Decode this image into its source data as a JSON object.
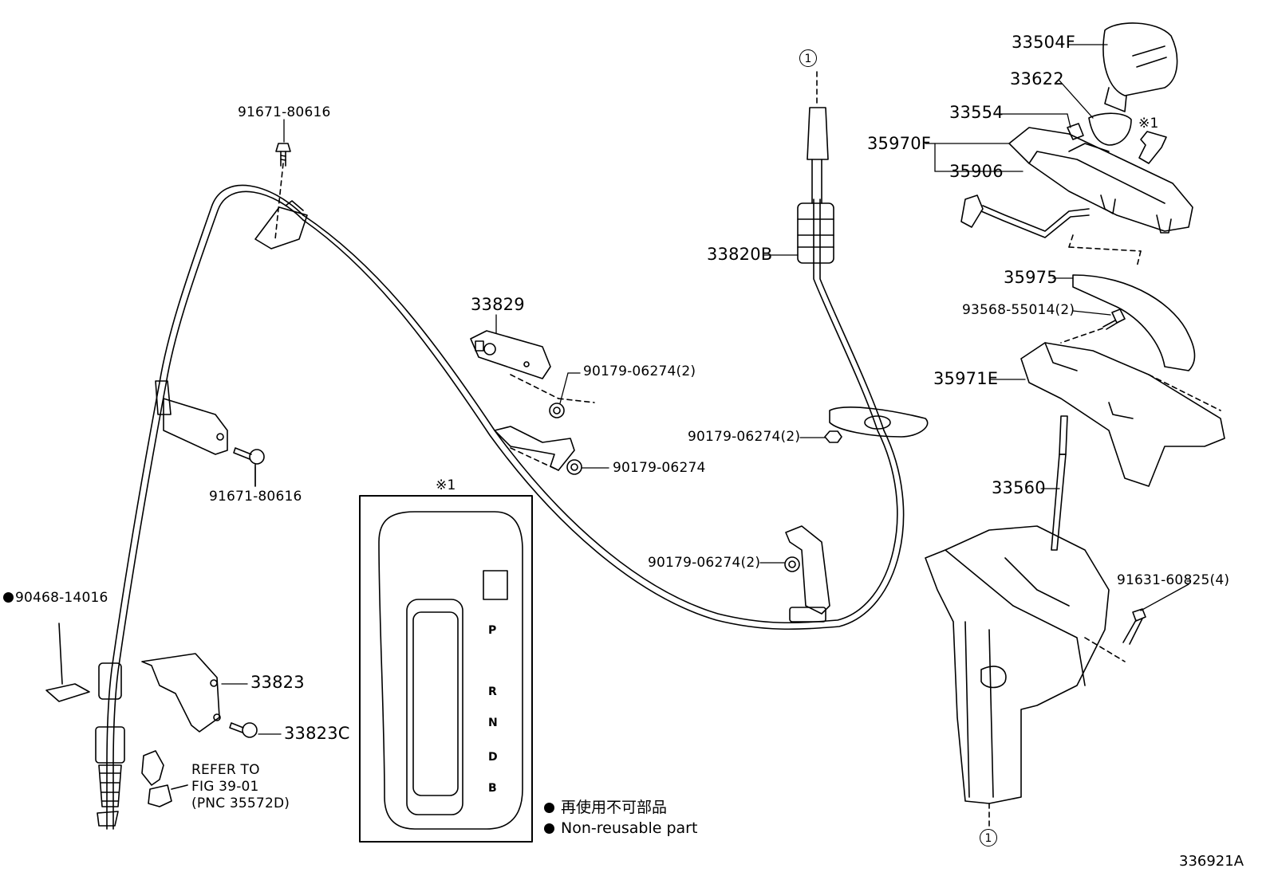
{
  "part_labels": {
    "p33504F": "33504F",
    "p33622": "33622",
    "p33554": "33554",
    "p35970F": "35970F",
    "p35906": "35906",
    "p33820B": "33820B",
    "p35975": "35975",
    "p93568": "93568-55014(2)",
    "p35971E": "35971E",
    "p33560": "33560",
    "p91631": "91631-60825(4)",
    "p91671_top": "91671-80616",
    "p91671_mid": "91671-80616",
    "p33829": "33829",
    "p90179_a": "90179-06274(2)",
    "p90179_b": "90179-06274",
    "p90179_c": "90179-06274(2)",
    "p90179_d": "90179-06274(2)",
    "p90468": "90468-14016",
    "p33823": "33823",
    "p33823C": "33823C"
  },
  "refer_note": {
    "line1": "REFER TO",
    "line2": "FIG 39-01",
    "line3": "(PNC 35572D)"
  },
  "callouts": {
    "top": "1",
    "bottom": "1"
  },
  "note_marks": {
    "panel": "※1",
    "arrow": "※1"
  },
  "gear_positions": [
    "P",
    "R",
    "N",
    "D",
    "B"
  ],
  "legend": {
    "jp": "再使用不可部品",
    "en": "Non-reusable part"
  },
  "figure_id": "336921A"
}
